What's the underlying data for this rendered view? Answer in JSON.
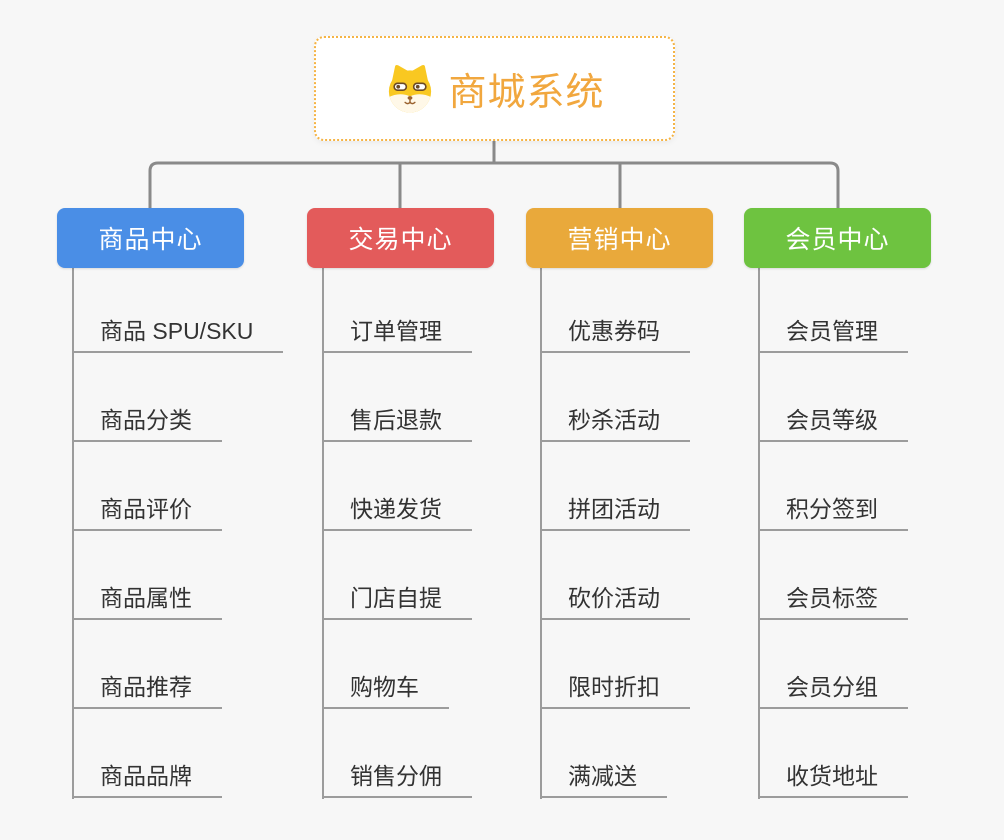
{
  "root": {
    "title": "商城系统",
    "icon": "shiba-dog-icon",
    "border_color": "#f5b445",
    "text_color": "#f1a73e"
  },
  "branches": [
    {
      "label": "商品中心",
      "color": "#4a8ee6",
      "children": [
        "商品 SPU/SKU",
        "商品分类",
        "商品评价",
        "商品属性",
        "商品推荐",
        "商品品牌"
      ]
    },
    {
      "label": "交易中心",
      "color": "#e35b5b",
      "children": [
        "订单管理",
        "售后退款",
        "快递发货",
        "门店自提",
        "购物车",
        "销售分佣"
      ]
    },
    {
      "label": "营销中心",
      "color": "#e9a93b",
      "children": [
        "优惠券码",
        "秒杀活动",
        "拼团活动",
        "砍价活动",
        "限时折扣",
        "满减送"
      ]
    },
    {
      "label": "会员中心",
      "color": "#6ec340",
      "children": [
        "会员管理",
        "会员等级",
        "积分签到",
        "会员标签",
        "会员分组",
        "收货地址"
      ]
    }
  ],
  "connector_color": "#8a8a8a",
  "spine_color": "#9c9c9c",
  "background_color": "#f7f7f7"
}
